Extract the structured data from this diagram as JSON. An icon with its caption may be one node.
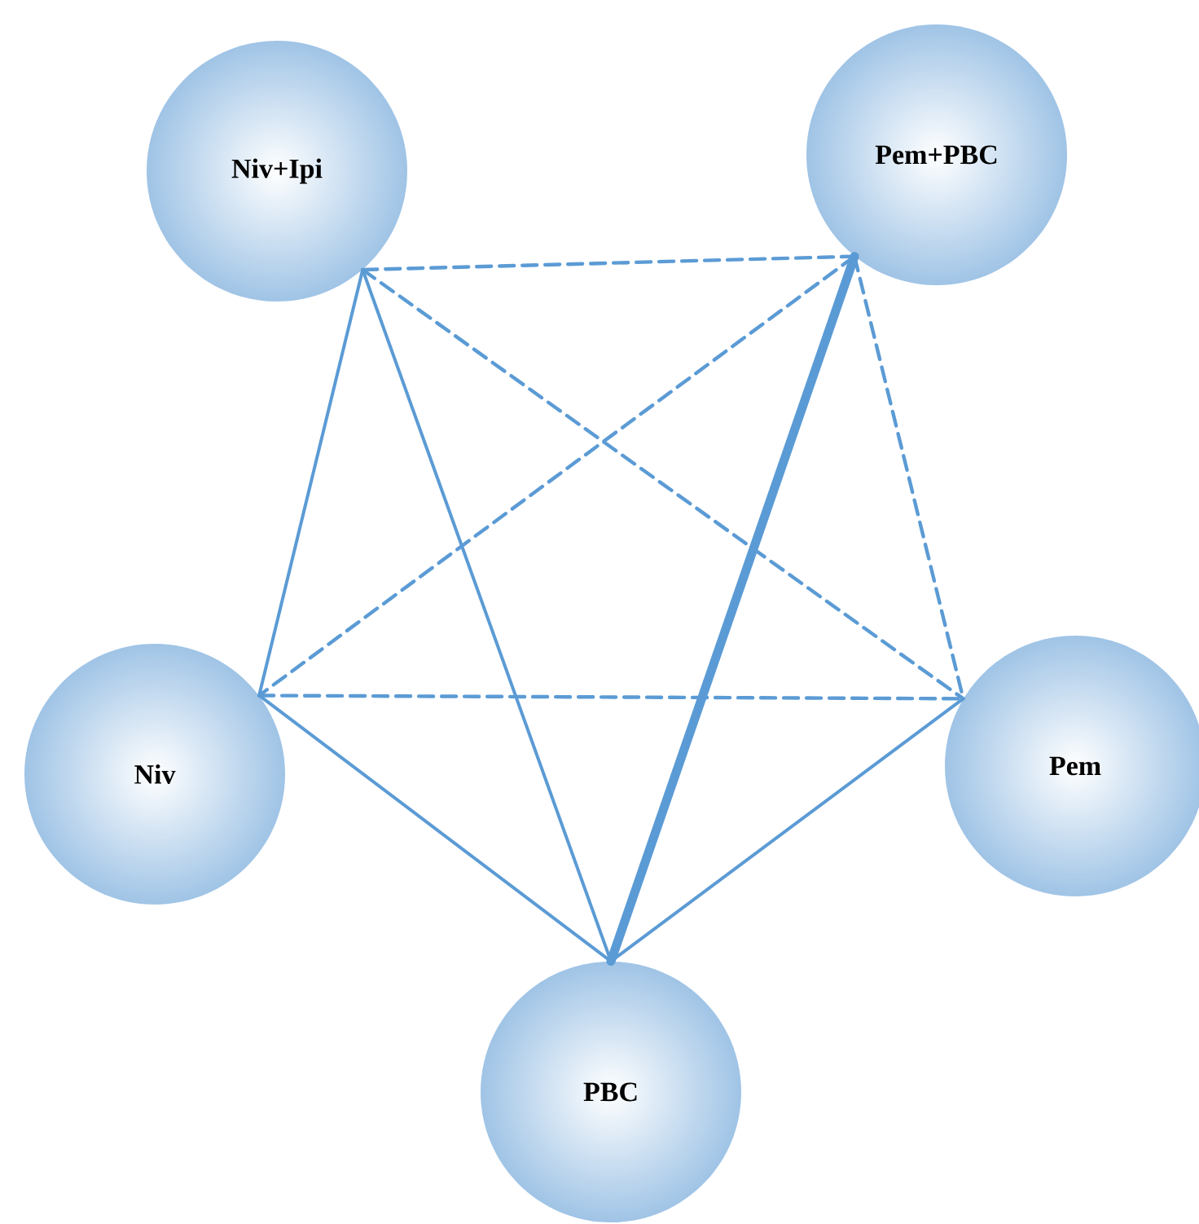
{
  "diagram": {
    "nodes": [
      {
        "text": [
          "Niv+Ipi"
        ]
      },
      {
        "text": [
          "Pem+PBC"
        ]
      },
      {
        "text": [
          "Niv"
        ]
      },
      {
        "text": [
          "Pem"
        ]
      },
      {
        "text": [
          "PBC"
        ]
      }
    ],
    "edges": [
      {
        "from": 0,
        "to": 1,
        "arrow": "none",
        "style": "dashed"
      },
      {
        "from": 0,
        "to": 2,
        "arrow": "none"
      },
      {
        "from": 0,
        "to": 4,
        "arrow": "none"
      },
      {
        "from": 0,
        "to": 3,
        "arrow": "none",
        "style": "dashed"
      },
      {
        "from": 1,
        "to": 2,
        "arrow": "none",
        "style": "dashed"
      },
      {
        "from": 1,
        "to": 4,
        "arrow": "none",
        "style": "thick"
      },
      {
        "from": 1,
        "to": 3,
        "arrow": "none",
        "style": "dashed"
      },
      {
        "from": 2,
        "to": 3,
        "arrow": "none",
        "style": "dashed"
      },
      {
        "from": 2,
        "to": 4,
        "arrow": "none"
      },
      {
        "from": 3,
        "to": 4,
        "arrow": "none"
      }
    ]
  }
}
